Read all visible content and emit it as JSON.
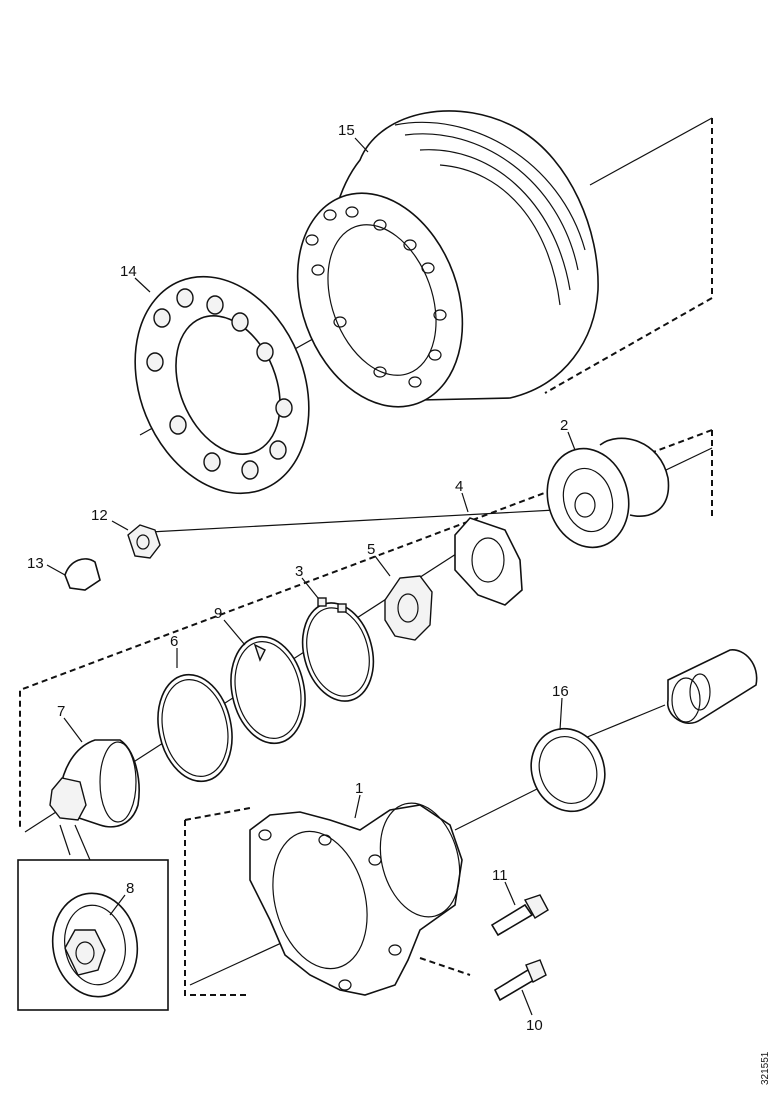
{
  "labels": {
    "p1": "1",
    "p2": "2",
    "p3": "3",
    "p4": "4",
    "p5": "5",
    "p6": "6",
    "p7": "7",
    "p8": "8",
    "p9": "9",
    "p10": "10",
    "p11": "11",
    "p12": "12",
    "p13": "13",
    "p14": "14",
    "p15": "15",
    "p16": "16"
  },
  "drawing_code": "321551"
}
